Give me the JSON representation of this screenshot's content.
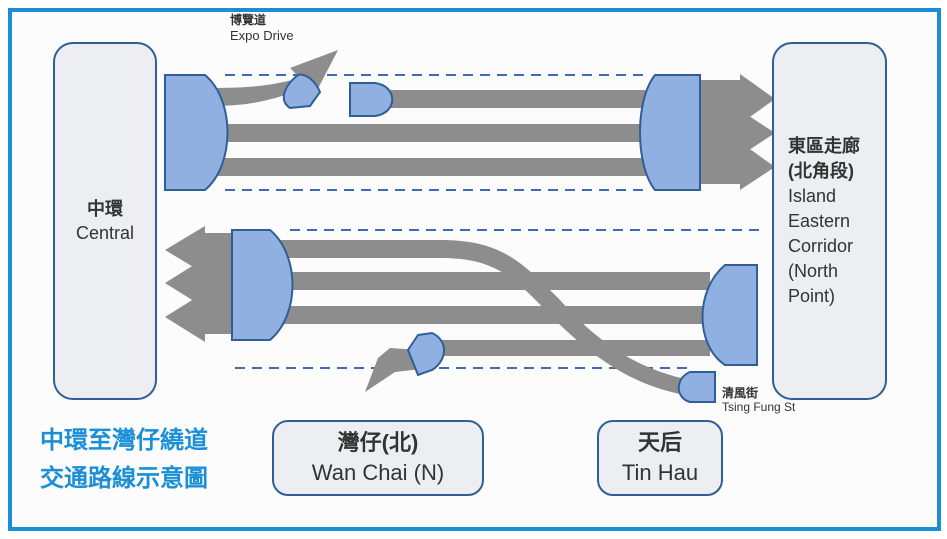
{
  "title": {
    "line1": "中環至灣仔繞道",
    "line2": "交通路線示意圖"
  },
  "nodes": {
    "central": {
      "zh": "中環",
      "en": "Central"
    },
    "iec": {
      "zh1": "東區走廊",
      "zh2": "(北角段)",
      "en1": "Island",
      "en2": "Eastern",
      "en3": "Corridor",
      "en4": "(North",
      "en5": "Point)"
    },
    "wanchai": {
      "zh": "灣仔(北)",
      "en": "Wan Chai (N)"
    },
    "tinhau": {
      "zh": "天后",
      "en": "Tin Hau"
    }
  },
  "labels": {
    "expo": {
      "zh": "博覽道",
      "en": "Expo Drive"
    },
    "tsing": {
      "zh": "清風街",
      "en": "Tsing Fung St"
    }
  },
  "colors": {
    "frame": "#1a8fd6",
    "portal_fill": "#8fb0e0",
    "portal_stroke": "#2f5f96",
    "road": "#8d8d8d",
    "dash": "#3f6bb0",
    "title": "#1a8fd6"
  }
}
